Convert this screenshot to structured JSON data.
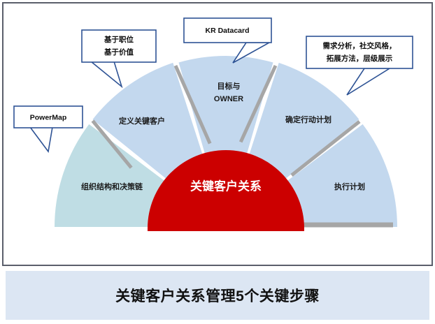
{
  "frame": {
    "border_color": "#5b5f6b",
    "background": "#ffffff"
  },
  "diagram": {
    "type": "semicircular-process",
    "hub": {
      "label": "关键客户关系",
      "fill": "#cc0000",
      "text_color": "#ffffff"
    },
    "segments": [
      {
        "label": "组织结构和决策链",
        "fill": "#bfdde4",
        "order": 1
      },
      {
        "label": "定义关键客户",
        "fill": "#c3d8ee",
        "order": 2
      },
      {
        "label": "目标与\nOWNER",
        "line1": "目标与",
        "line2": "OWNER",
        "fill": "#c3d8ee",
        "order": 3
      },
      {
        "label": "确定行动计划",
        "fill": "#c3d8ee",
        "order": 4
      },
      {
        "label": "执行计划",
        "fill": "#c3d8ee",
        "order": 5
      }
    ],
    "divider_color": "#a6a6a6"
  },
  "callouts": [
    {
      "id": "powermap",
      "lines": [
        "PowerMap"
      ],
      "border_color": "#2e5395",
      "points_to": "组织结构和决策链"
    },
    {
      "id": "position-value",
      "lines": [
        "基于职位",
        "基于价值"
      ],
      "border_color": "#2e5395",
      "points_to": "定义关键客户"
    },
    {
      "id": "kr-datacard",
      "lines": [
        "KR Datacard"
      ],
      "border_color": "#2e5395",
      "points_to": "目标与OWNER"
    },
    {
      "id": "analysis-methods",
      "lines": [
        "需求分析，社交风格，",
        "拓展方法，层级展示"
      ],
      "border_color": "#2e5395",
      "points_to": "确定行动计划"
    }
  ],
  "footer": {
    "title": "关键客户关系管理5个关键步骤",
    "background": "#dce6f3",
    "text_color": "#111111"
  }
}
